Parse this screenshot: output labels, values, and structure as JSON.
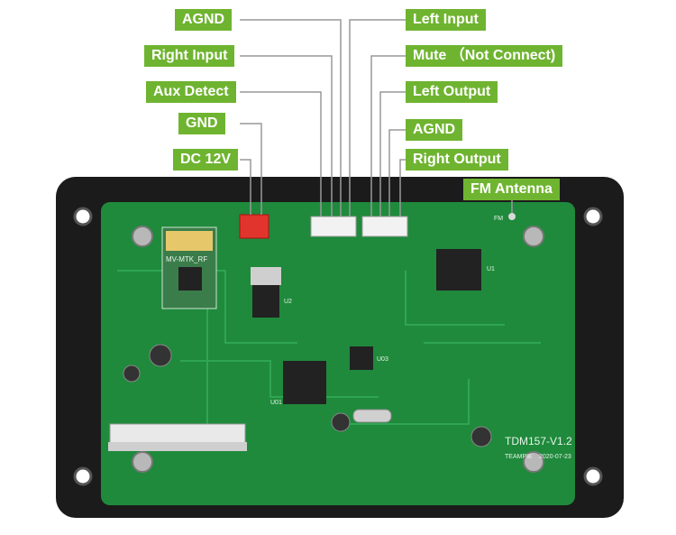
{
  "labels": {
    "agnd_top": "AGND",
    "right_input": "Right Input",
    "aux_detect": "Aux Detect",
    "gnd": "GND",
    "dc12v": "DC 12V",
    "left_input": "Left Input",
    "mute": "Mute （Not Connect)",
    "left_output": "Left Output",
    "agnd_right": "AGND",
    "right_output": "Right Output",
    "fm_antenna": "FM Antenna"
  },
  "board": {
    "model": "TDM157-V1.2",
    "maker": "TEAMPIE",
    "date": "2020-07-23",
    "bt_module": "MV-MTK_RF",
    "fm_mark": "FM",
    "u1": "U1",
    "u2": "U2",
    "u01": "U01",
    "u03": "U03"
  },
  "colors": {
    "label_bg": "#6fb430",
    "pcb_green": "#1f8a3c",
    "bezel": "#1b1b1b",
    "leader_line": "#999999"
  }
}
